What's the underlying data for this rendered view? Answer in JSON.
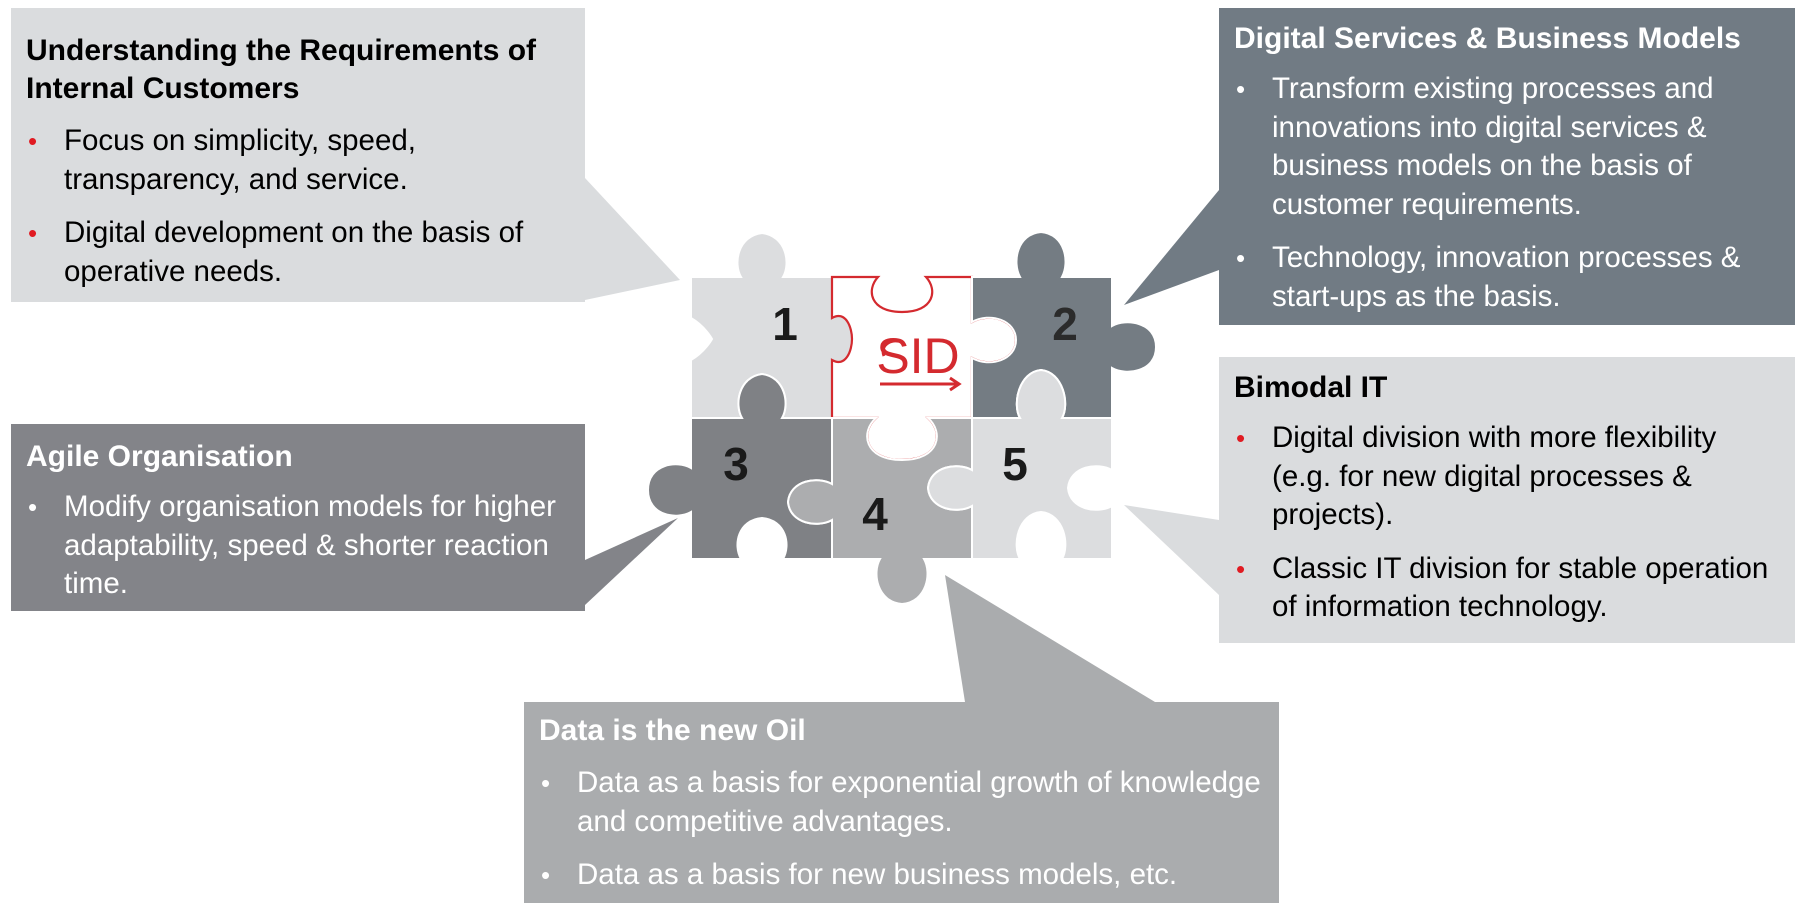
{
  "colors": {
    "accent_red": "#e01b22",
    "light_panel": "#dadcde",
    "dark_slate_panel": "#717b84",
    "grey_panel": "#838489",
    "mid_grey_panel": "#aaacae"
  },
  "puzzle": {
    "pieces": [
      {
        "label": "1",
        "color": "#dcdddf"
      },
      {
        "label": "",
        "color": "#ffffff",
        "logo": "SID"
      },
      {
        "label": "2",
        "color": "#747c83"
      },
      {
        "label": "3",
        "color": "#7f8185"
      },
      {
        "label": "4",
        "color": "#acadaf"
      },
      {
        "label": "5",
        "color": "#dcdddf"
      }
    ]
  },
  "boxes": {
    "understanding": {
      "title": "Understanding the Requirements of Internal Customers",
      "bullets": [
        "Focus on simplicity, speed, transparency, and service.",
        "Digital development on the basis of operative needs."
      ]
    },
    "digital_services": {
      "title": "Digital Services & Business Models",
      "bullets": [
        "Transform existing processes and innovations into digital services & business models on the basis of customer requirements.",
        "Technology, innovation processes & start-ups as the basis."
      ]
    },
    "agile": {
      "title": "Agile Organisation",
      "bullets": [
        "Modify organisation models for higher adaptability, speed & shorter reaction time."
      ]
    },
    "bimodal": {
      "title": "Bimodal IT",
      "bullets": [
        "Digital division with more flexibility (e.g. for new digital processes & projects).",
        "Classic IT division for stable operation of information technology."
      ]
    },
    "data": {
      "title": "Data is the new Oil",
      "bullets": [
        "Data as a basis for exponential growth of knowledge and competitive advantages.",
        "Data as a basis for new business models, etc."
      ]
    }
  }
}
